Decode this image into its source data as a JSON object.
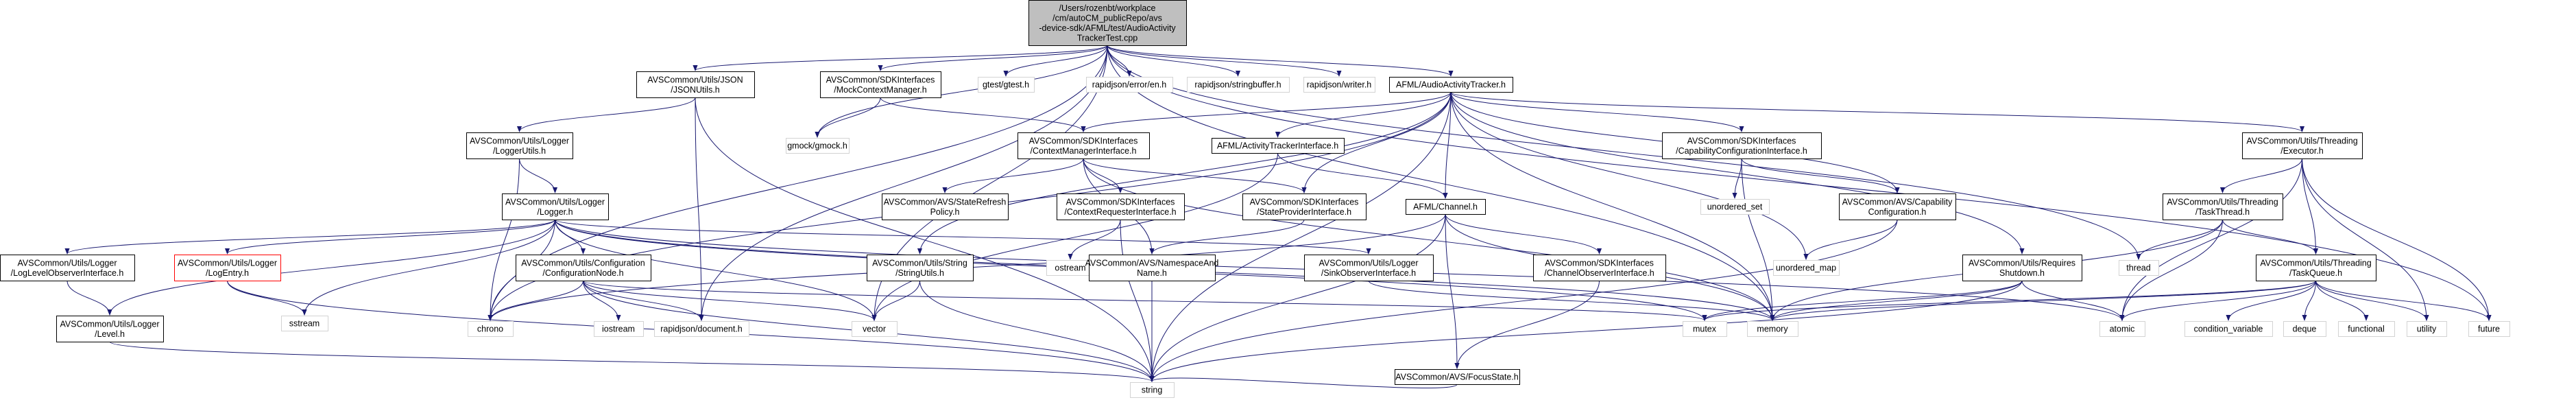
{
  "colors": {
    "edge": "#191970",
    "node_fill": "#ffffff",
    "node_border": "#000000",
    "root_fill": "#bfbfbf",
    "system_header_border": "#d3d3d3",
    "undocumented_border": "#ff0000"
  },
  "nodes": [
    {
      "id": "root",
      "lines": [
        "/Users/rozenbt/workplace",
        "/cm/autoCM_publicRepo/avs",
        "-device-sdk/AFML/test/AudioActivity",
        "TrackerTest.cpp"
      ],
      "kind": "root"
    },
    {
      "id": "jsonutils",
      "lines": [
        "AVSCommon/Utils/JSON",
        "/JSONUtils.h"
      ],
      "kind": "header"
    },
    {
      "id": "mockctx",
      "lines": [
        "AVSCommon/SDKInterfaces",
        "/MockContextManager.h"
      ],
      "kind": "header"
    },
    {
      "id": "gtest",
      "lines": [
        "gtest/gtest.h"
      ],
      "kind": "system"
    },
    {
      "id": "errorh",
      "lines": [
        "rapidjson/error/en.h"
      ],
      "kind": "system"
    },
    {
      "id": "strbuf",
      "lines": [
        "rapidjson/stringbuffer.h"
      ],
      "kind": "system"
    },
    {
      "id": "writer",
      "lines": [
        "rapidjson/writer.h"
      ],
      "kind": "system"
    },
    {
      "id": "aat",
      "lines": [
        "AFML/AudioActivityTracker.h"
      ],
      "kind": "header"
    },
    {
      "id": "loggerutils",
      "lines": [
        "AVSCommon/Utils/Logger",
        "/LoggerUtils.h"
      ],
      "kind": "header"
    },
    {
      "id": "gmock",
      "lines": [
        "gmock/gmock.h"
      ],
      "kind": "system"
    },
    {
      "id": "ctxmgr",
      "lines": [
        "AVSCommon/SDKInterfaces",
        "/ContextManagerInterface.h"
      ],
      "kind": "header"
    },
    {
      "id": "atif",
      "lines": [
        "AFML/ActivityTrackerInterface.h"
      ],
      "kind": "header"
    },
    {
      "id": "capcfgif",
      "lines": [
        "AVSCommon/SDKInterfaces",
        "/CapabilityConfigurationInterface.h"
      ],
      "kind": "header"
    },
    {
      "id": "executor",
      "lines": [
        "AVSCommon/Utils/Threading",
        "/Executor.h"
      ],
      "kind": "header"
    },
    {
      "id": "logger",
      "lines": [
        "AVSCommon/Utils/Logger",
        "/Logger.h"
      ],
      "kind": "header"
    },
    {
      "id": "staterefresh",
      "lines": [
        "AVSCommon/AVS/StateRefresh",
        "Policy.h"
      ],
      "kind": "header"
    },
    {
      "id": "ctxreq",
      "lines": [
        "AVSCommon/SDKInterfaces",
        "/ContextRequesterInterface.h"
      ],
      "kind": "header"
    },
    {
      "id": "stateprov",
      "lines": [
        "AVSCommon/SDKInterfaces",
        "/StateProviderInterface.h"
      ],
      "kind": "header"
    },
    {
      "id": "channel",
      "lines": [
        "AFML/Channel.h"
      ],
      "kind": "header"
    },
    {
      "id": "unordered_set",
      "lines": [
        "unordered_set"
      ],
      "kind": "system"
    },
    {
      "id": "capcfg",
      "lines": [
        "AVSCommon/AVS/Capability",
        "Configuration.h"
      ],
      "kind": "header"
    },
    {
      "id": "taskthread",
      "lines": [
        "AVSCommon/Utils/Threading",
        "/TaskThread.h"
      ],
      "kind": "header"
    },
    {
      "id": "logobs",
      "lines": [
        "AVSCommon/Utils/Logger",
        "/LogLevelObserverInterface.h"
      ],
      "kind": "header"
    },
    {
      "id": "logentry",
      "lines": [
        "AVSCommon/Utils/Logger",
        "/LogEntry.h"
      ],
      "kind": "undocumented"
    },
    {
      "id": "cfgnode",
      "lines": [
        "AVSCommon/Utils/Configuration",
        "/ConfigurationNode.h"
      ],
      "kind": "header"
    },
    {
      "id": "strutils",
      "lines": [
        "AVSCommon/Utils/String",
        "/StringUtils.h"
      ],
      "kind": "header"
    },
    {
      "id": "ostream",
      "lines": [
        "ostream"
      ],
      "kind": "system"
    },
    {
      "id": "nsname",
      "lines": [
        "AVSCommon/AVS/NamespaceAnd",
        "Name.h"
      ],
      "kind": "header"
    },
    {
      "id": "sinkobs",
      "lines": [
        "AVSCommon/Utils/Logger",
        "/SinkObserverInterface.h"
      ],
      "kind": "header"
    },
    {
      "id": "chobs",
      "lines": [
        "AVSCommon/SDKInterfaces",
        "/ChannelObserverInterface.h"
      ],
      "kind": "header"
    },
    {
      "id": "unordered_map",
      "lines": [
        "unordered_map"
      ],
      "kind": "system"
    },
    {
      "id": "reqshutdown",
      "lines": [
        "AVSCommon/Utils/Requires",
        "Shutdown.h"
      ],
      "kind": "header"
    },
    {
      "id": "thread",
      "lines": [
        "thread"
      ],
      "kind": "system"
    },
    {
      "id": "taskqueue",
      "lines": [
        "AVSCommon/Utils/Threading",
        "/TaskQueue.h"
      ],
      "kind": "header"
    },
    {
      "id": "level",
      "lines": [
        "AVSCommon/Utils/Logger",
        "/Level.h"
      ],
      "kind": "header"
    },
    {
      "id": "sstream",
      "lines": [
        "sstream"
      ],
      "kind": "system"
    },
    {
      "id": "chrono",
      "lines": [
        "chrono"
      ],
      "kind": "system"
    },
    {
      "id": "iostream",
      "lines": [
        "iostream"
      ],
      "kind": "system"
    },
    {
      "id": "rjdoc",
      "lines": [
        "rapidjson/document.h"
      ],
      "kind": "system"
    },
    {
      "id": "vector",
      "lines": [
        "vector"
      ],
      "kind": "system"
    },
    {
      "id": "mutex",
      "lines": [
        "mutex"
      ],
      "kind": "system"
    },
    {
      "id": "memory",
      "lines": [
        "memory"
      ],
      "kind": "system"
    },
    {
      "id": "focusstate",
      "lines": [
        "AVSCommon/AVS/FocusState.h"
      ],
      "kind": "header"
    },
    {
      "id": "atomic",
      "lines": [
        "atomic"
      ],
      "kind": "system"
    },
    {
      "id": "condvar",
      "lines": [
        "condition_variable"
      ],
      "kind": "system"
    },
    {
      "id": "deque",
      "lines": [
        "deque"
      ],
      "kind": "system"
    },
    {
      "id": "functional",
      "lines": [
        "functional"
      ],
      "kind": "system"
    },
    {
      "id": "utility",
      "lines": [
        "utility"
      ],
      "kind": "system"
    },
    {
      "id": "future",
      "lines": [
        "future"
      ],
      "kind": "system"
    },
    {
      "id": "string",
      "lines": [
        "string"
      ],
      "kind": "system"
    }
  ],
  "edges": [
    [
      "root",
      "jsonutils"
    ],
    [
      "root",
      "mockctx"
    ],
    [
      "root",
      "gtest"
    ],
    [
      "root",
      "errorh"
    ],
    [
      "root",
      "strbuf"
    ],
    [
      "root",
      "writer"
    ],
    [
      "root",
      "aat"
    ],
    [
      "root",
      "chrono"
    ],
    [
      "root",
      "gmock"
    ],
    [
      "root",
      "rjdoc"
    ],
    [
      "root",
      "vector"
    ],
    [
      "root",
      "memory"
    ],
    [
      "root",
      "thread"
    ],
    [
      "root",
      "future"
    ],
    [
      "jsonutils",
      "loggerutils"
    ],
    [
      "jsonutils",
      "rjdoc"
    ],
    [
      "jsonutils",
      "string"
    ],
    [
      "mockctx",
      "gmock"
    ],
    [
      "mockctx",
      "ctxmgr"
    ],
    [
      "aat",
      "ctxmgr"
    ],
    [
      "aat",
      "atif"
    ],
    [
      "aat",
      "capcfgif"
    ],
    [
      "aat",
      "executor"
    ],
    [
      "aat",
      "channel"
    ],
    [
      "aat",
      "stateprov"
    ],
    [
      "aat",
      "capcfg"
    ],
    [
      "aat",
      "unordered_map"
    ],
    [
      "aat",
      "memory"
    ],
    [
      "aat",
      "string"
    ],
    [
      "aat",
      "chrono"
    ],
    [
      "aat",
      "reqshutdown"
    ],
    [
      "loggerutils",
      "logger"
    ],
    [
      "loggerutils",
      "chrono"
    ],
    [
      "ctxmgr",
      "staterefresh"
    ],
    [
      "ctxmgr",
      "ctxreq"
    ],
    [
      "ctxmgr",
      "stateprov"
    ],
    [
      "ctxmgr",
      "nsname"
    ],
    [
      "ctxmgr",
      "memory"
    ],
    [
      "atif",
      "channel"
    ],
    [
      "atif",
      "vector"
    ],
    [
      "capcfgif",
      "unordered_set"
    ],
    [
      "capcfgif",
      "capcfg"
    ],
    [
      "capcfgif",
      "memory"
    ],
    [
      "executor",
      "taskthread"
    ],
    [
      "executor",
      "taskqueue"
    ],
    [
      "executor",
      "atomic"
    ],
    [
      "executor",
      "future"
    ],
    [
      "executor",
      "utility"
    ],
    [
      "logger",
      "logobs"
    ],
    [
      "logger",
      "logentry"
    ],
    [
      "logger",
      "cfgnode"
    ],
    [
      "logger",
      "level"
    ],
    [
      "logger",
      "sinkobs"
    ],
    [
      "logger",
      "atomic"
    ],
    [
      "logger",
      "chrono"
    ],
    [
      "logger",
      "mutex"
    ],
    [
      "logger",
      "sstream"
    ],
    [
      "logger",
      "vector"
    ],
    [
      "logger",
      "memory"
    ],
    [
      "ctxreq",
      "ostream"
    ],
    [
      "ctxreq",
      "string"
    ],
    [
      "stateprov",
      "nsname"
    ],
    [
      "channel",
      "chobs"
    ],
    [
      "channel",
      "focusstate"
    ],
    [
      "channel",
      "chrono"
    ],
    [
      "channel",
      "memory"
    ],
    [
      "channel",
      "string"
    ],
    [
      "capcfg",
      "unordered_map"
    ],
    [
      "capcfg",
      "string"
    ],
    [
      "taskthread",
      "taskqueue"
    ],
    [
      "taskthread",
      "thread"
    ],
    [
      "taskthread",
      "atomic"
    ],
    [
      "taskthread",
      "memory"
    ],
    [
      "logobs",
      "level"
    ],
    [
      "logentry",
      "sstream"
    ],
    [
      "logentry",
      "string"
    ],
    [
      "cfgnode",
      "chrono"
    ],
    [
      "cfgnode",
      "iostream"
    ],
    [
      "cfgnode",
      "rjdoc"
    ],
    [
      "cfgnode",
      "vector"
    ],
    [
      "cfgnode",
      "mutex"
    ],
    [
      "cfgnode",
      "string"
    ],
    [
      "strutils",
      "vector"
    ],
    [
      "strutils",
      "string"
    ],
    [
      "nsname",
      "string"
    ],
    [
      "sinkobs",
      "memory"
    ],
    [
      "chobs",
      "focusstate"
    ],
    [
      "reqshutdown",
      "mutex"
    ],
    [
      "reqshutdown",
      "string"
    ],
    [
      "reqshutdown",
      "atomic"
    ],
    [
      "reqshutdown",
      "memory"
    ],
    [
      "taskqueue",
      "condvar"
    ],
    [
      "taskqueue",
      "deque"
    ],
    [
      "taskqueue",
      "functional"
    ],
    [
      "taskqueue",
      "utility"
    ],
    [
      "taskqueue",
      "future"
    ],
    [
      "taskqueue",
      "memory"
    ],
    [
      "taskqueue",
      "mutex"
    ],
    [
      "taskqueue",
      "atomic"
    ],
    [
      "level",
      "string"
    ],
    [
      "focusstate",
      "string"
    ],
    [
      "aat",
      "strutils"
    ]
  ]
}
